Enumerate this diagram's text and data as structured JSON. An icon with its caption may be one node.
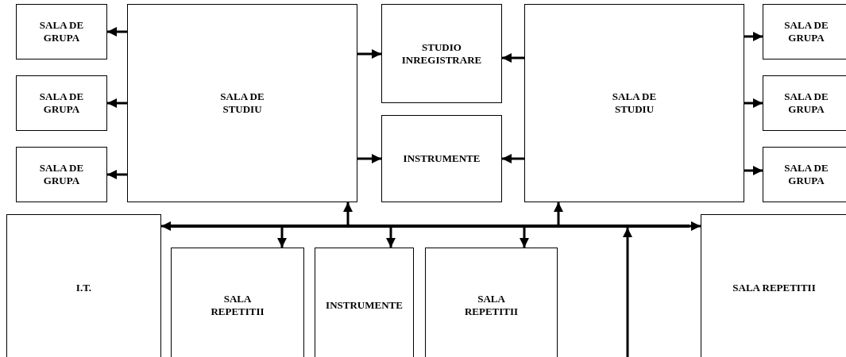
{
  "diagram": {
    "nodes": [
      {
        "text": [
          "SALA DE GRUPA"
        ]
      },
      {
        "text": [
          "SALA DE STUDIU"
        ]
      },
      {
        "text": [
          "STUDIO INREGISTRARE"
        ]
      },
      {
        "text": [
          "SALA DE STUDIU"
        ]
      },
      {
        "text": [
          "SALA DE GRUPA"
        ]
      },
      {
        "text": [
          "SALA DE GRUPA"
        ]
      },
      {
        "text": [
          "SALA DE GRUPA"
        ]
      },
      {
        "text": [
          "INSTRUMENTE"
        ]
      },
      {
        "text": [
          "SALA DE GRUPA"
        ]
      },
      {
        "text": [
          "SALA DE GRUPA"
        ]
      },
      {
        "text": [
          "I.T."
        ]
      },
      {
        "text": [
          "SALA REPETITII"
        ]
      },
      {
        "text": [
          "INSTRUMENTE"
        ]
      },
      {
        "text": [
          "SALA REPETITII"
        ]
      },
      {
        "text": [
          "SALA REPETITII"
        ]
      },
      {
        "text": [],
        "shape": "bar"
      }
    ],
    "edges": [
      {
        "from": 1,
        "to": 0,
        "arrow": "to"
      },
      {
        "from": 1,
        "to": 5,
        "arrow": "to"
      },
      {
        "from": 1,
        "to": 8,
        "arrow": "to"
      },
      {
        "from": 1,
        "to": 2,
        "arrow": "to"
      },
      {
        "from": 1,
        "to": 7,
        "arrow": "to"
      },
      {
        "from": 3,
        "to": 2,
        "arrow": "to"
      },
      {
        "from": 3,
        "to": 7,
        "arrow": "to"
      },
      {
        "from": 3,
        "to": 4,
        "arrow": "to"
      },
      {
        "from": 3,
        "to": 6,
        "arrow": "to"
      },
      {
        "from": 3,
        "to": 9,
        "arrow": "to"
      },
      {
        "from": 15,
        "to": 10,
        "arrow": "to"
      },
      {
        "from": 15,
        "to": 11,
        "arrow": "to"
      },
      {
        "from": 15,
        "to": 1,
        "arrow": "to"
      },
      {
        "from": 15,
        "to": 12,
        "arrow": "to"
      },
      {
        "from": 15,
        "to": 13,
        "arrow": "to"
      },
      {
        "from": 15,
        "to": 3,
        "arrow": "to"
      },
      {
        "from": 15,
        "to": 14,
        "arrow": "to"
      },
      {
        "from": null,
        "to": 15,
        "arrow": "to"
      }
    ]
  }
}
